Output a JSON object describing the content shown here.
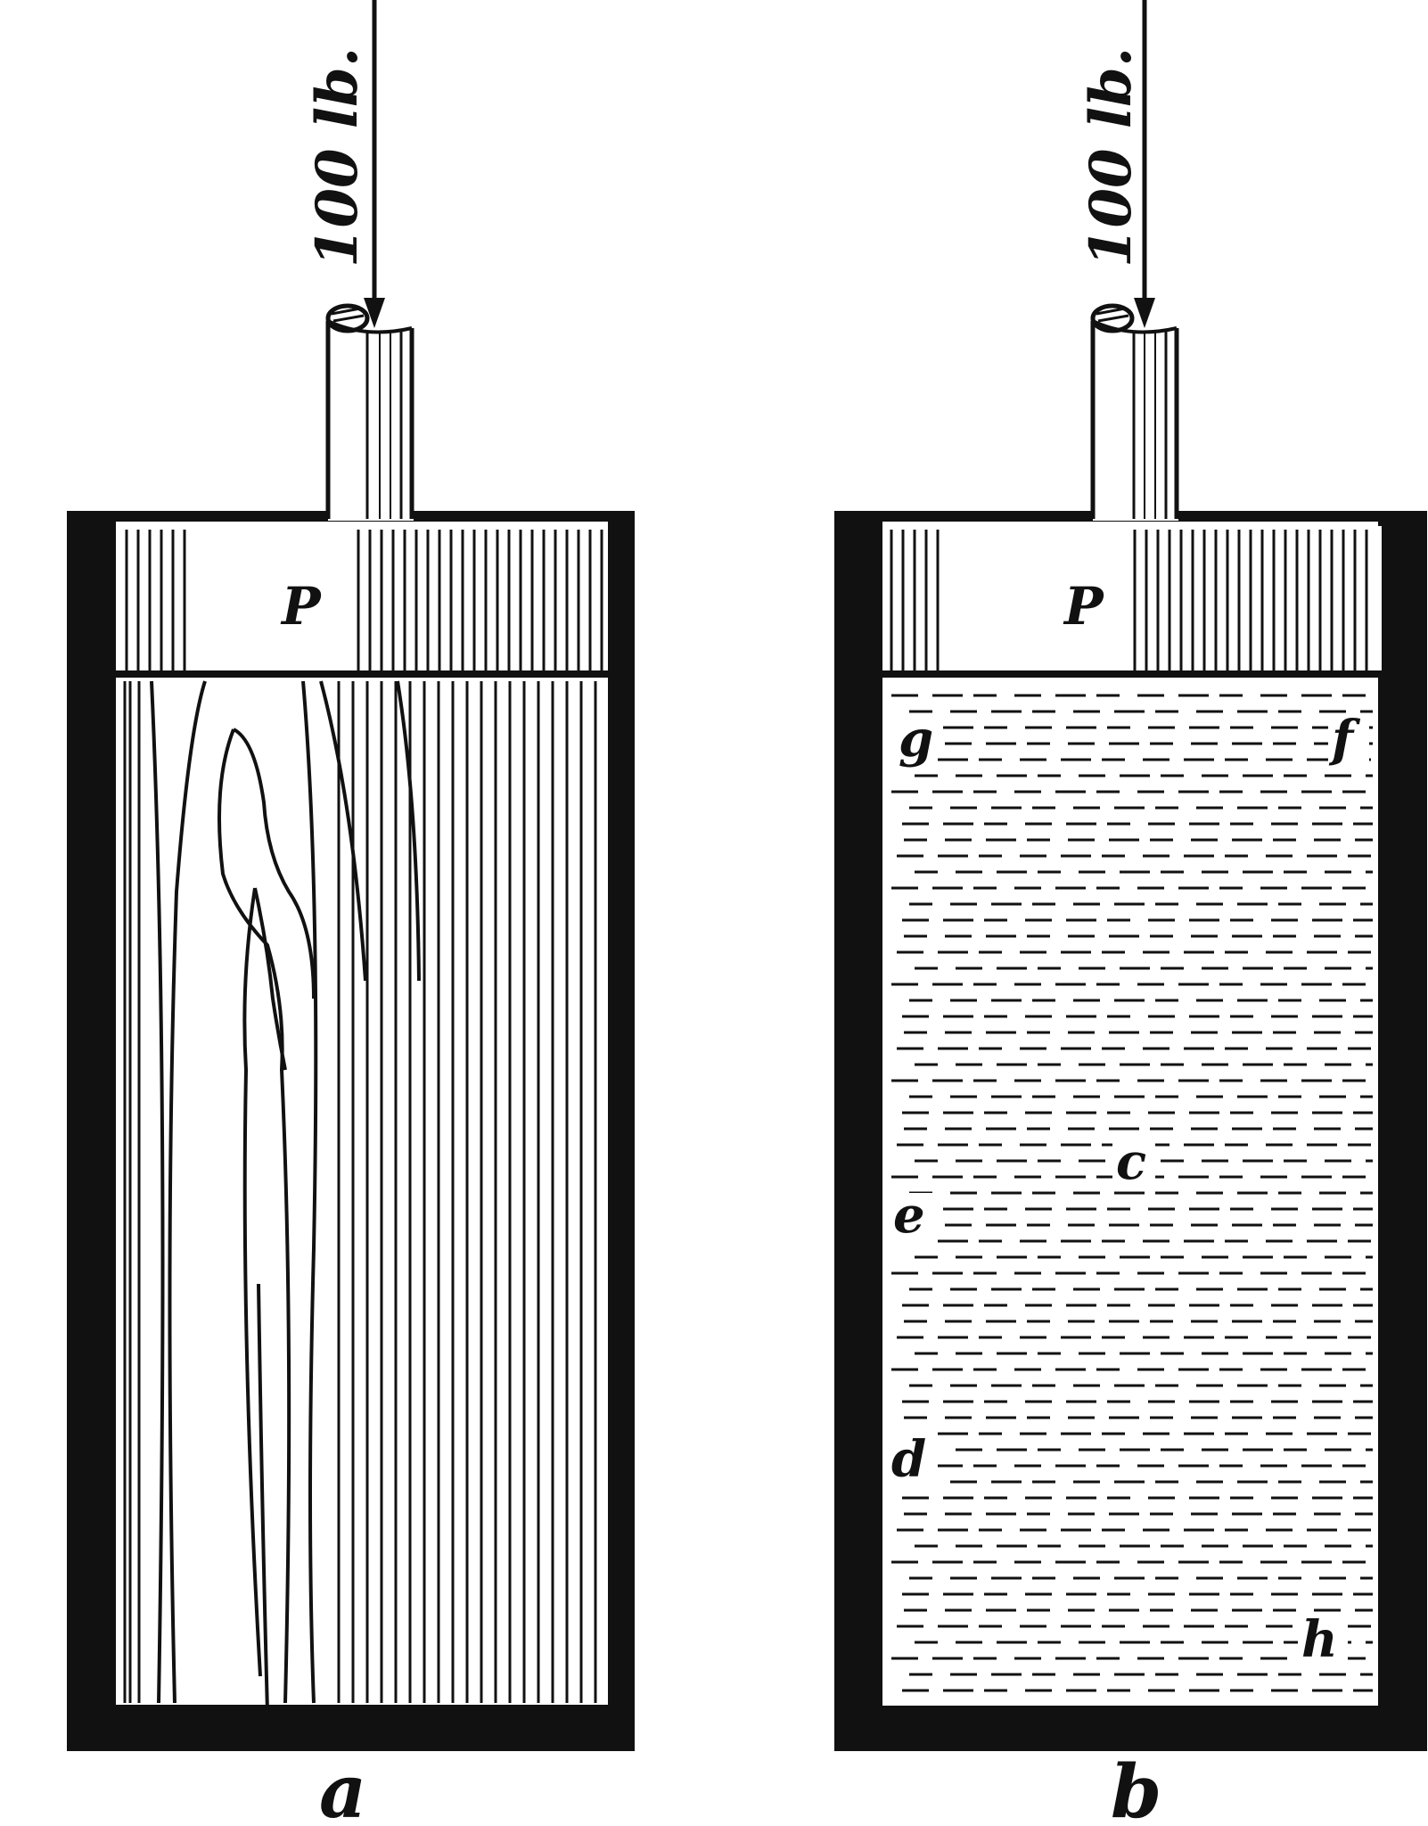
{
  "colors": {
    "ink": "#111111",
    "paper": "#ffffff"
  },
  "panels": [
    {
      "id": "a",
      "caption": "a",
      "force_label": "100 lb.",
      "piston_label": "P",
      "content": "wood"
    },
    {
      "id": "b",
      "caption": "b",
      "force_label": "100 lb.",
      "piston_label": "P",
      "content": "liquid",
      "point_labels": {
        "g": "g",
        "f": "f",
        "c": "c",
        "e": "e",
        "d": "d",
        "h": "h"
      }
    }
  ]
}
